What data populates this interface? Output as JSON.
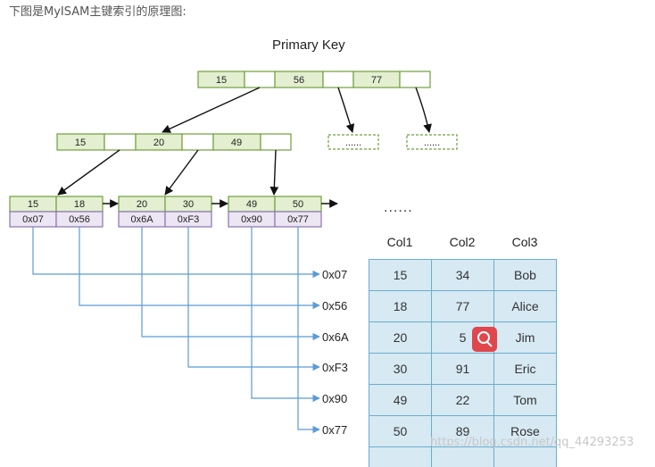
{
  "intro_text": "下图是MyISAM主键索引的原理图:",
  "title": "Primary Key",
  "root_keys": [
    "15",
    "56",
    "77"
  ],
  "level2_keys": [
    "15",
    "20",
    "49"
  ],
  "leaf_keys": [
    [
      "15",
      "18"
    ],
    [
      "20",
      "30"
    ],
    [
      "49",
      "50"
    ]
  ],
  "leaf_pointers": [
    [
      "0x07",
      "0x56"
    ],
    [
      "0x6A",
      "0xF3"
    ],
    [
      "0x90",
      "0x77"
    ]
  ],
  "collapsed_label": "......",
  "more_label": "......",
  "addresses": [
    "0x07",
    "0x56",
    "0x6A",
    "0xF3",
    "0x90",
    "0x77"
  ],
  "table": {
    "headers": [
      "Col1",
      "Col2",
      "Col3"
    ],
    "rows": [
      [
        "15",
        "34",
        "Bob"
      ],
      [
        "18",
        "77",
        "Alice"
      ],
      [
        "20",
        "5",
        "Jim"
      ],
      [
        "30",
        "91",
        "Eric"
      ],
      [
        "49",
        "22",
        "Tom"
      ],
      [
        "50",
        "89",
        "Rose"
      ]
    ]
  },
  "watermark": "https://blog.csdn.net/qq_44293253",
  "colors": {
    "node_green": "#e3efd0",
    "node_border": "#6f9f3a",
    "pointer_purple": "#ece5f3",
    "link_blue": "#5b9bd5",
    "table_fill": "#d7e9f2",
    "zoom_red": "#e0474c"
  },
  "icons": [
    "zoom-icon"
  ]
}
